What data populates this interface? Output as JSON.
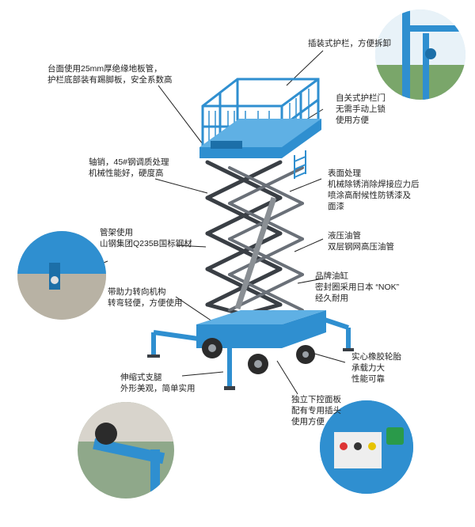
{
  "colors": {
    "steel_blue": "#2f8fd0",
    "dark_blue": "#1c6fa8",
    "frame_gray": "#3a3f45",
    "label_text": "#222222"
  },
  "annotations": {
    "guardrail": [
      "插装式护栏，方便拆卸"
    ],
    "platform": [
      "台面使用25mm厚绝缘地板管，",
      "护栏底部装有踢脚板，安全系数高"
    ],
    "door": [
      "自关式护栏门",
      "无需手动上锁",
      "使用方便"
    ],
    "pin": [
      "轴销，45#钢调质处理",
      "机械性能好，硬度高"
    ],
    "surface": [
      "表面处理",
      "机械除锈消除焊接应力后",
      "喷涂高耐候性防锈漆及",
      "面漆"
    ],
    "tubing": [
      "管架使用",
      "山钢集团Q235B国标钢材"
    ],
    "hydraulic": [
      "液压油管",
      "双层钢网高压油管"
    ],
    "cylinder": [
      "品牌油缸",
      "密封圈采用日本 “NOK”",
      "经久耐用"
    ],
    "steering": [
      "带助力转向机构",
      "转弯轻便，方便使用"
    ],
    "tire": [
      "实心橡胶轮胎",
      "承载力大",
      "性能可靠"
    ],
    "outrigger": [
      "伸缩式支腿",
      "外形美观，简单实用"
    ],
    "control": [
      "独立下控面板",
      "配有专用插头",
      "使用方便"
    ]
  }
}
